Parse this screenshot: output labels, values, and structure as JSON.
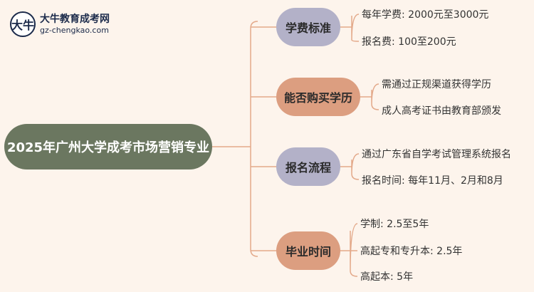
{
  "logo": {
    "badge": "大牛",
    "title": "大牛教育成考网",
    "url": "gz-chengkao.com"
  },
  "mindmap": {
    "root": "2025年广州大学成考市场营销专业",
    "branches": [
      {
        "label": "学费标准",
        "color": "#b3b1c8",
        "leaves": [
          "每年学费: 2000元至3000元",
          "报名费: 100至200元"
        ]
      },
      {
        "label": "能否购买学历",
        "color": "#dc9e80",
        "leaves": [
          "需通过正规渠道获得学历",
          "成人高考证书由教育部颁发"
        ]
      },
      {
        "label": "报名流程",
        "color": "#b3b1c8",
        "leaves": [
          "通过广东省自学考试管理系统报名",
          "报名时间: 每年11月、2月和8月"
        ]
      },
      {
        "label": "毕业时间",
        "color": "#dc9e80",
        "leaves": [
          "学制: 2.5至5年",
          "高起专和专升本: 2.5年",
          "高起本: 5年"
        ]
      }
    ]
  }
}
